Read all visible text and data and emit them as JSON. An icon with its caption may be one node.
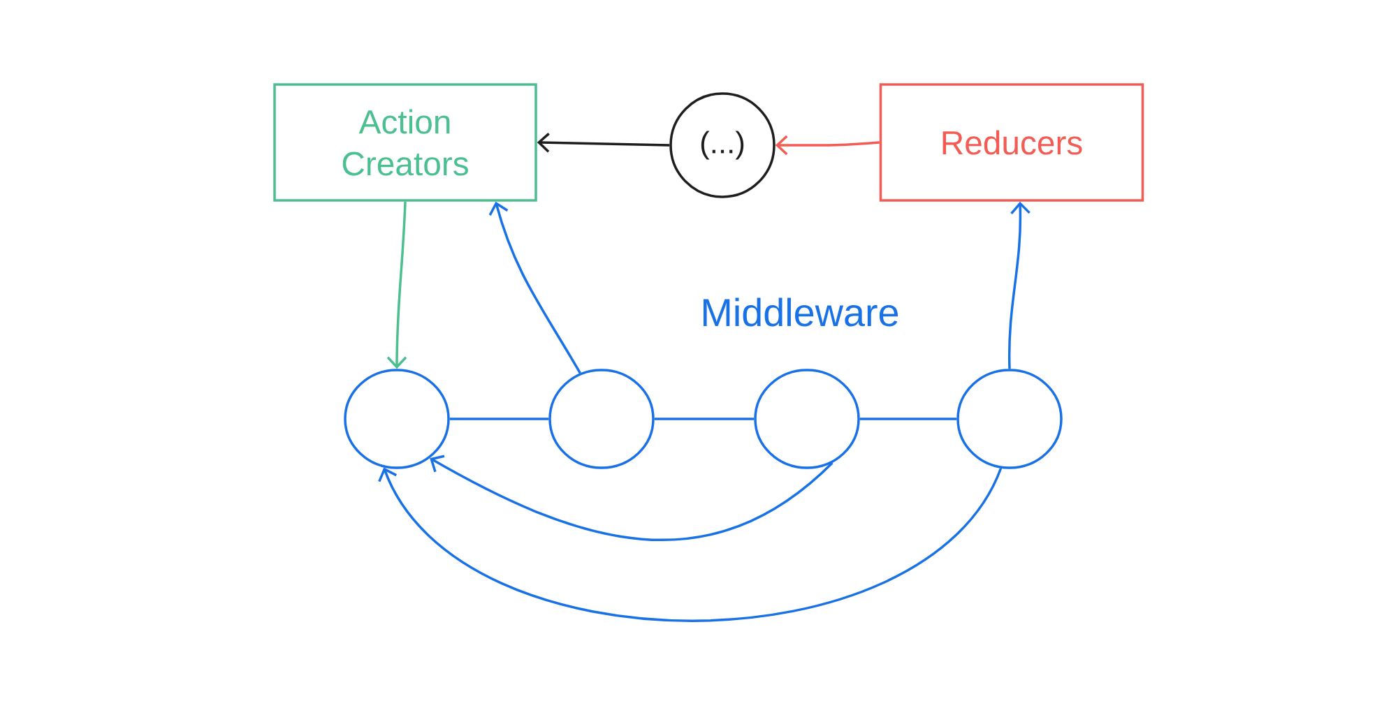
{
  "diagram": {
    "nodes": [
      {
        "text": [
          "Action Creators"
        ]
      },
      {
        "text": [
          "(...)"
        ]
      },
      {
        "text": [
          "Reducers"
        ]
      },
      {
        "text": [],
        "shape": "circle"
      },
      {
        "text": [],
        "shape": "circle"
      },
      {
        "text": [],
        "shape": "circle"
      },
      {
        "text": [],
        "shape": "circle"
      }
    ],
    "edges": [
      {
        "from": 1,
        "to": 0,
        "arrow": "to",
        "color": "#1e1e1e"
      },
      {
        "from": 2,
        "to": 1,
        "arrow": "to",
        "color": "#f25c54"
      },
      {
        "from": 0,
        "to": 3,
        "arrow": "to",
        "color": "#4cbf91"
      },
      {
        "from": 4,
        "to": 0,
        "arrow": "to"
      },
      {
        "from": 6,
        "to": 2,
        "arrow": "to"
      },
      {
        "from": 3,
        "to": 4,
        "arrow": "none"
      },
      {
        "from": 4,
        "to": 5,
        "arrow": "none"
      },
      {
        "from": 5,
        "to": 6,
        "arrow": "none"
      },
      {
        "from": 5,
        "to": 3,
        "arrow": "to"
      },
      {
        "from": 6,
        "to": 3,
        "arrow": "to"
      }
    ],
    "labels": [
      "Middleware"
    ]
  }
}
